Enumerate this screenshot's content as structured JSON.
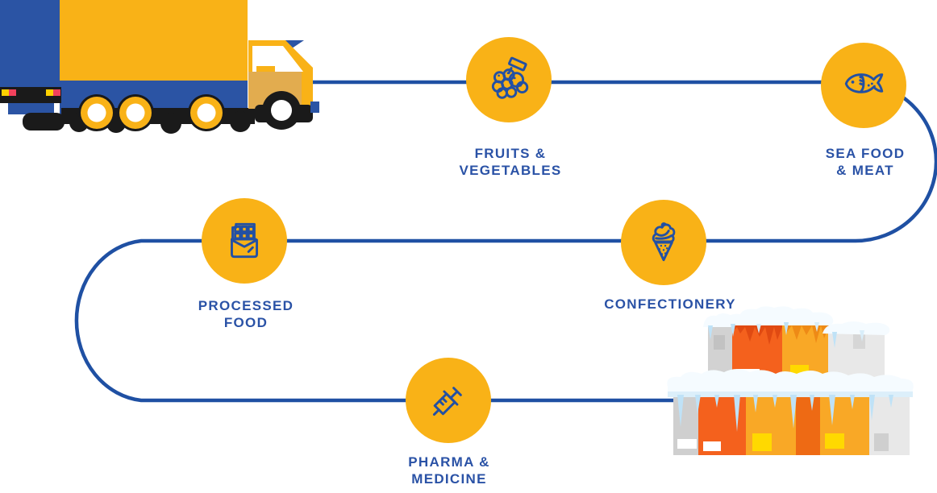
{
  "page": {
    "background": "#ffffff"
  },
  "palette": {
    "brand_yellow": "#F9B217",
    "route_blue": "#1F50A3",
    "text_blue": "#2A52A6",
    "truck_blue": "#2B54A4",
    "truck_black": "#1A1A1A",
    "cab_tan": "#E2AC4F",
    "tail_light_yellow": "#FFD100",
    "tail_light_red": "#F2415C",
    "box_orange": "#F4611D",
    "box_orange_dark": "#E04A12",
    "box_amber": "#F9A826",
    "box_amber_dark": "#EE8A16",
    "box_label_yellow": "#FFD900",
    "box_gray": "#D2D2D2",
    "box_gray_light": "#E8E8E8",
    "snow_white": "#F5FBFF",
    "ice_blue": "#BFE2F7"
  },
  "illustrations": {
    "truck": "delivery-truck",
    "route": "supply-route-line",
    "boxes": "frozen-goods-stack"
  },
  "nodes": [
    {
      "id": "fruits-vegetables",
      "icon": "grapes-icon",
      "lines": [
        "FRUITS &",
        "VEGETABLES"
      ]
    },
    {
      "id": "sea-food-meat",
      "icon": "fish-icon",
      "lines": [
        "SEA FOOD",
        "& MEAT"
      ]
    },
    {
      "id": "confectionery",
      "icon": "ice-cream-cone-icon",
      "lines": [
        "CONFECTIONERY",
        ""
      ]
    },
    {
      "id": "processed-food",
      "icon": "chocolate-bar-icon",
      "lines": [
        "PROCESSED",
        "FOOD"
      ]
    },
    {
      "id": "pharma-medicine",
      "icon": "syringe-icon",
      "lines": [
        "PHARMA &",
        "MEDICINE"
      ]
    }
  ]
}
